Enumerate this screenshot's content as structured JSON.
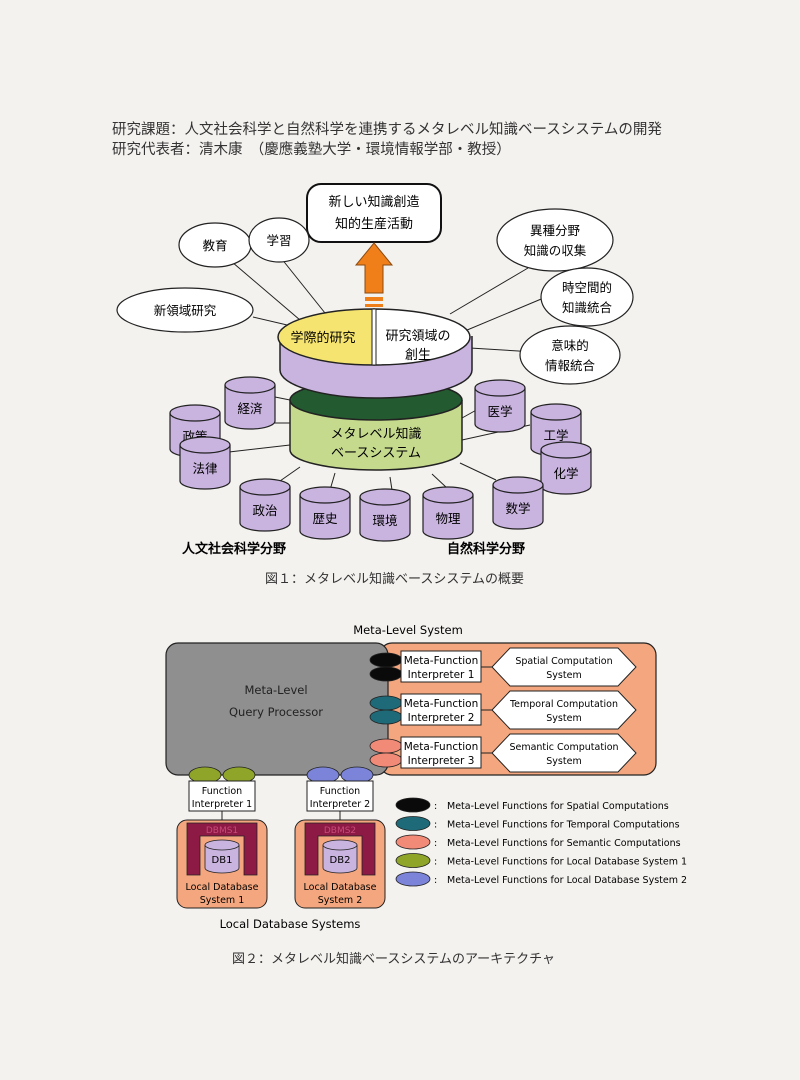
{
  "header": {
    "project_title": "研究課題：人文社会科学と自然科学を連携するメタレベル知識ベースシステムの開発",
    "representative": "研究代表者：清木康　（慶應義塾大学・環境情報学部・教授）"
  },
  "figure1": {
    "caption": "図１：メタレベル知識ベースシステムの概要",
    "goal_box": [
      "新しい知識創造",
      "知的生産活動"
    ],
    "top_disk": {
      "left_label": "学際的研究",
      "right_label": [
        "研究領域の",
        "創生"
      ]
    },
    "core_db": [
      "メタレベル知識",
      "ベースシステム"
    ],
    "bubbles_left": [
      {
        "label": [
          "教育"
        ]
      },
      {
        "label": [
          "学習"
        ]
      },
      {
        "label": [
          "新領域研究"
        ]
      }
    ],
    "bubbles_right": [
      {
        "label": [
          "異種分野",
          "知識の収集"
        ]
      },
      {
        "label": [
          "時空間的",
          "知識統合"
        ]
      },
      {
        "label": [
          "意味的",
          "情報統合"
        ]
      }
    ],
    "humanities_dbs": [
      "経済",
      "政策",
      "法律",
      "政治",
      "歴史"
    ],
    "science_dbs": [
      "医学",
      "工学",
      "化学",
      "数学",
      "物理",
      "環境"
    ],
    "humanities_label": "人文社会科学分野",
    "science_label": "自然科学分野",
    "colors": {
      "arrow": "#f07f1a",
      "top_left": "#f6e470",
      "disk_side": "#c9b3df",
      "core": "#c6da8e",
      "core_top": "#245a30",
      "db": "#c9b3df"
    }
  },
  "figure2": {
    "caption": "図２：メタレベル知識ベースシステムのアーキテクチャ",
    "title": "Meta-Level System",
    "query_processor": [
      "Meta-Level",
      "Query Processor"
    ],
    "interpreters": [
      {
        "label": [
          "Meta-Function",
          "Interpreter 1"
        ],
        "color": "#0a0a0a",
        "system": [
          "Spatial Computation",
          "System"
        ]
      },
      {
        "label": [
          "Meta-Function",
          "Interpreter 2"
        ],
        "color": "#1f6a78",
        "system": [
          "Temporal Computation",
          "System"
        ]
      },
      {
        "label": [
          "Meta-Function",
          "Interpreter 3"
        ],
        "color": "#f28a78",
        "system": [
          "Semantic Computation",
          "System"
        ]
      }
    ],
    "local_systems": [
      {
        "fi": [
          "Function",
          "Interpreter 1"
        ],
        "dbms": "DBMS1",
        "db": "DB1",
        "name": [
          "Local Database",
          "System 1"
        ],
        "color": "#8fa52a"
      },
      {
        "fi": [
          "Function",
          "Interpreter 2"
        ],
        "dbms": "DBMS2",
        "db": "DB2",
        "name": [
          "Local Database",
          "System 2"
        ],
        "color": "#7b84d8"
      }
    ],
    "local_label": "Local Database Systems",
    "legend": [
      {
        "color": "#0a0a0a",
        "text": "Meta-Level Functions for Spatial Computations"
      },
      {
        "color": "#1f6a78",
        "text": "Meta-Level Functions for Temporal Computations"
      },
      {
        "color": "#f28a78",
        "text": "Meta-Level Functions for Semantic Computations"
      },
      {
        "color": "#8fa52a",
        "text": "Meta-Level Functions for Local Database System 1"
      },
      {
        "color": "#7b84d8",
        "text": "Meta-Level Functions for Local Database System 2"
      }
    ],
    "legend_sep": ":",
    "colors": {
      "processor": "#8f8f8f",
      "right_panel": "#f4a77f",
      "dbms": "#8c1a45",
      "local_bg": "#f4a77f",
      "db": "#c9b3df"
    }
  }
}
